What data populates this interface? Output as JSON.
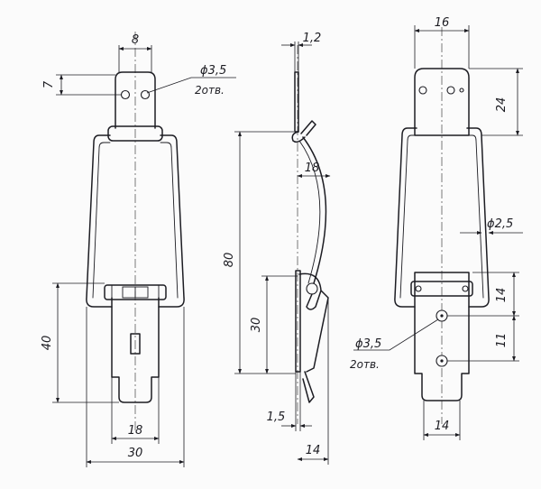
{
  "dimensions": {
    "front": {
      "top_width": "8",
      "ear_height": "7",
      "overall_width": "30",
      "hook_width": "18",
      "hook_height": "40"
    },
    "side": {
      "thickness": "1,2",
      "bow_depth": "18",
      "overall_height": "80",
      "lower_height": "30",
      "plate_thickness": "1,5",
      "base_width": "14"
    },
    "back": {
      "top_width": "16",
      "top_height": "24",
      "pin_diameter": "ϕ2,5",
      "hole_spacing_upper": "14",
      "hole_spacing_lower": "11",
      "bottom_width": "14"
    }
  },
  "notes": {
    "front_hole": {
      "diameter": "ϕ3,5",
      "count": "2отв."
    },
    "back_hole": {
      "diameter": "ϕ3,5",
      "count": "2отв."
    }
  },
  "colors": {
    "ink": "#1c1c22",
    "paper": "#fbfbfb"
  }
}
